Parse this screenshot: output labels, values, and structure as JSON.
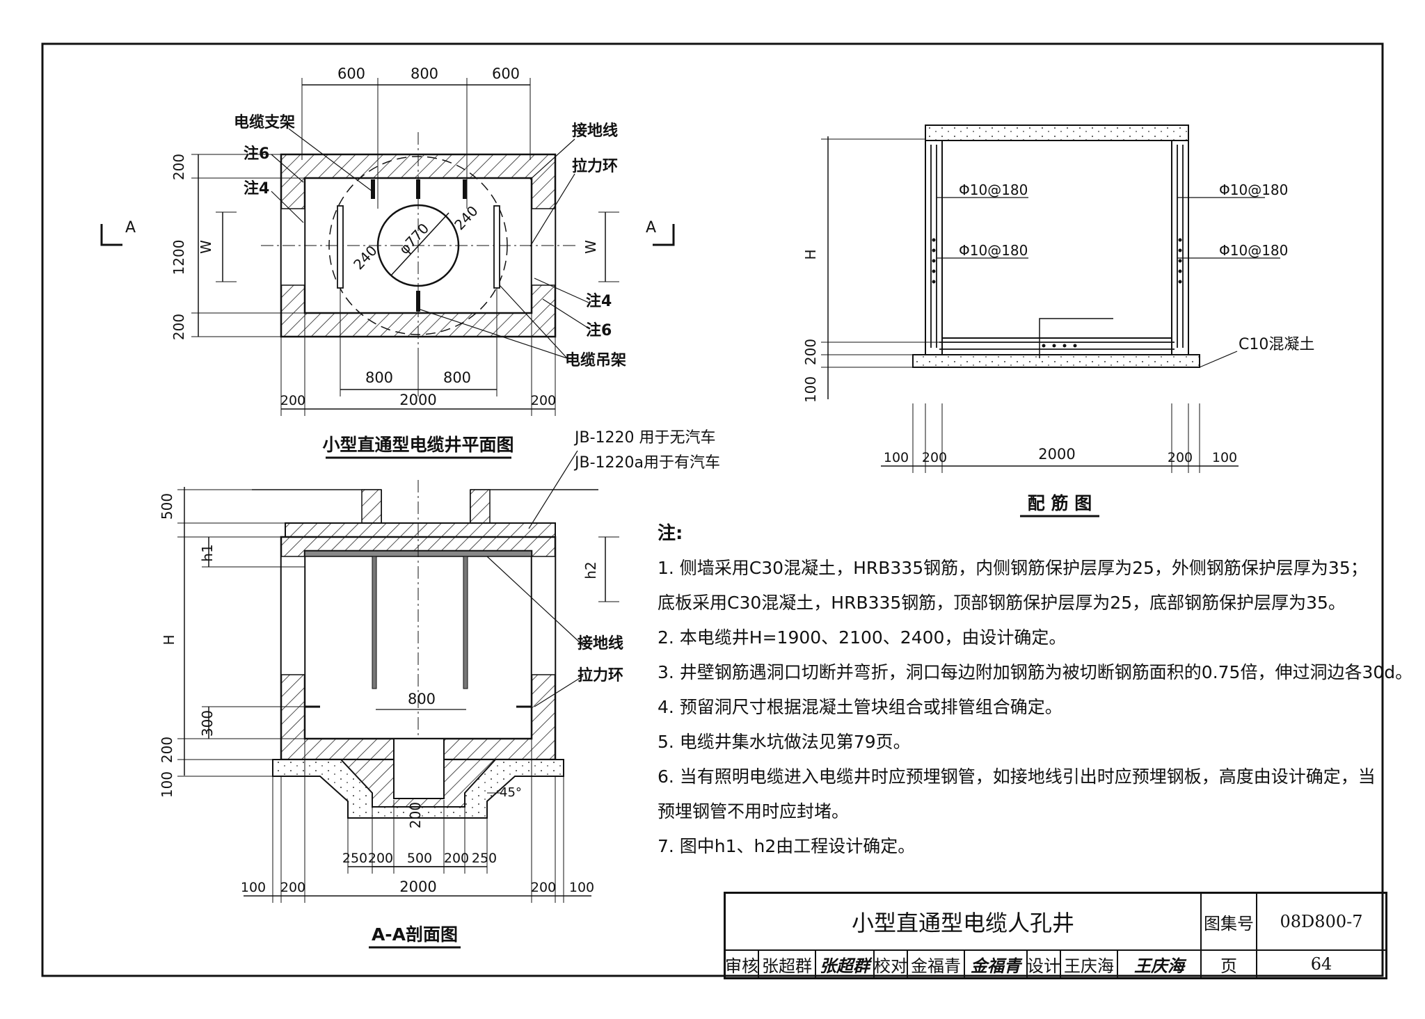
{
  "plan": {
    "title": "小型直通型电缆井平面图",
    "dims_top": [
      "600",
      "800",
      "600"
    ],
    "dims_left": [
      "200",
      "1200",
      "200"
    ],
    "dims_bottom_inner": [
      "800",
      "800"
    ],
    "dims_bottom": [
      "200",
      "2000",
      "200"
    ],
    "w_label": "W",
    "circle_label": "φ770",
    "offset_label": "240",
    "section_mark": "A",
    "labels": {
      "cable_bracket": "电缆支架",
      "note6": "注6",
      "note4": "注4",
      "ground_wire": "接地线",
      "pull_ring": "拉力环",
      "cable_hanger": "电缆吊架"
    }
  },
  "section": {
    "title": "A-A剖面图",
    "cover_label_1": "JB-1220  用于无汽车",
    "cover_label_2": "JB-1220a用于有汽车",
    "dims_left": [
      "500",
      "h1",
      "H",
      "300",
      "200",
      "100"
    ],
    "h2_label": "h2",
    "inner_dim": "800",
    "sump_dim": "200",
    "angle": "45°",
    "dims_bottom_top": [
      "250",
      "200",
      "500",
      "200",
      "250"
    ],
    "dims_bottom": [
      "100",
      "200",
      "2000",
      "200",
      "100"
    ],
    "ground_wire": "接地线",
    "pull_ring": "拉力环"
  },
  "rebar": {
    "title": "配 筋 图",
    "rebar_labels": [
      "Φ10@180",
      "Φ10@180",
      "Φ10@180",
      "Φ10@180"
    ],
    "concrete_label": "C10混凝土",
    "dims_left": [
      "H",
      "200",
      "100"
    ],
    "dims_bottom": [
      "100",
      "200",
      "2000",
      "200",
      "100"
    ]
  },
  "notes": {
    "heading": "注:",
    "items": [
      "1. 侧墙采用C30混凝土，HRB335钢筋，内侧钢筋保护层厚为25，外侧钢筋保护层厚为35；",
      "    底板采用C30混凝土，HRB335钢筋，顶部钢筋保护层厚为25，底部钢筋保护层厚为35。",
      "2. 本电缆井H=1900、2100、2400，由设计确定。",
      "3. 井壁钢筋遇洞口切断并弯折，洞口每边附加钢筋为被切断钢筋面积的0.75倍，伸过洞边各30d。",
      "4. 预留洞尺寸根据混凝土管块组合或排管组合确定。",
      "5. 电缆井集水坑做法见第79页。",
      "6. 当有照明电缆进入电缆井时应预埋钢管，如接地线引出时应预埋钢板，高度由设计确定，当",
      "    预埋钢管不用时应封堵。",
      "7. 图中h1、h2由工程设计确定。"
    ]
  },
  "title_block": {
    "title": "小型直通型电缆人孔井",
    "atlas_label": "图集号",
    "atlas_no": "08D800-7",
    "review_label": "审核",
    "reviewer": "张超群",
    "reviewer_sig": "张超群",
    "check_label": "校对",
    "checker": "金福青",
    "checker_sig": "金福青",
    "design_label": "设计",
    "designer": "王庆海",
    "designer_sig": "王庆海",
    "page_label": "页",
    "page_no": "64"
  }
}
